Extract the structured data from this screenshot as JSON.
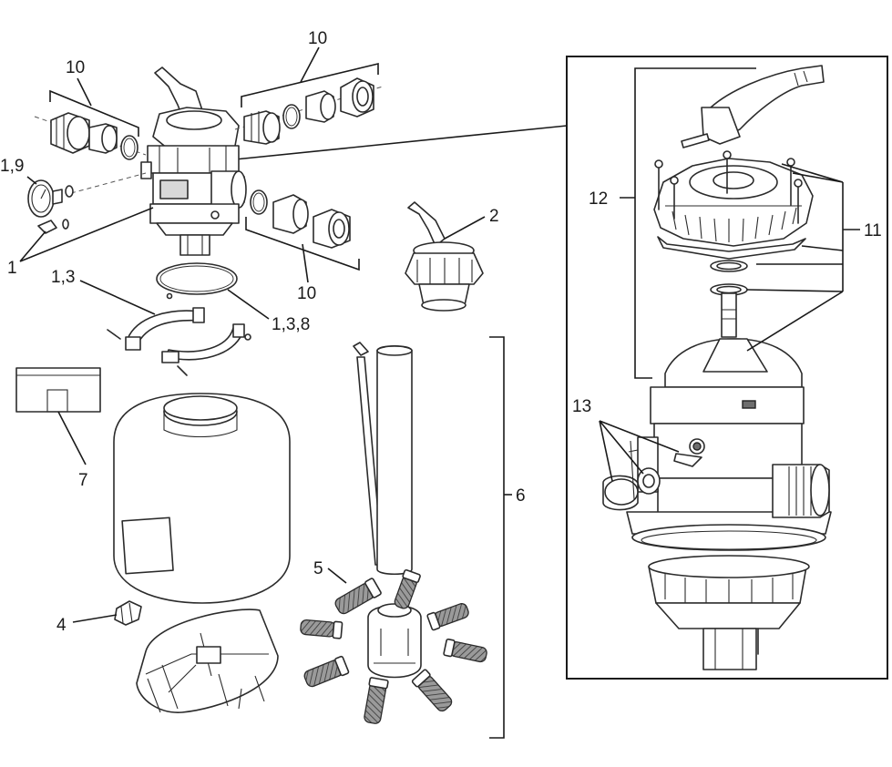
{
  "diagram": {
    "type": "exploded-parts-diagram",
    "callouts": {
      "c10_left": "10",
      "c10_top": "10",
      "c1_9": "1,9",
      "c1": "1",
      "c2": "2",
      "c10_bottom": "10",
      "c1_3": "1,3",
      "c1_3_8": "1,3,8",
      "c7": "7",
      "c4": "4",
      "c5": "5",
      "c6": "6",
      "c12": "12",
      "c11": "11",
      "c13": "13"
    }
  }
}
